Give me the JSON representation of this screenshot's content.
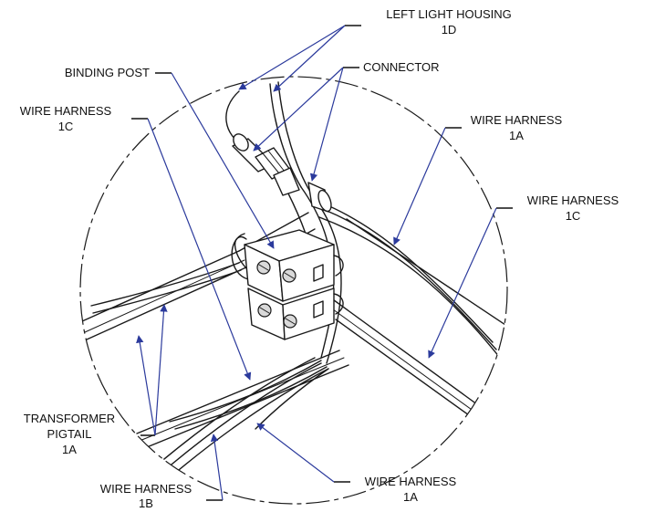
{
  "labels": {
    "left_light_housing": {
      "line1": "LEFT LIGHT HOUSING",
      "line2": "1D"
    },
    "binding_post": {
      "line1": "BINDING POST"
    },
    "connector": {
      "line1": "CONNECTOR"
    },
    "wire_harness_1c_left": {
      "line1": "WIRE HARNESS",
      "line2": "1C"
    },
    "wire_harness_1a_right": {
      "line1": "WIRE HARNESS",
      "line2": "1A"
    },
    "wire_harness_1c_right": {
      "line1": "WIRE HARNESS",
      "line2": "1C"
    },
    "transformer_pigtail": {
      "line1": "TRANSFORMER",
      "line2": "PIGTAIL",
      "line3": "1A"
    },
    "wire_harness_1b": {
      "line1": "WIRE HARNESS",
      "line2": "1B"
    },
    "wire_harness_1a_bottom": {
      "line1": "WIRE HARNESS",
      "line2": "1A"
    }
  },
  "colors": {
    "leader": "#2b3a9c",
    "ink": "#1a1a1a",
    "background": "#ffffff"
  }
}
